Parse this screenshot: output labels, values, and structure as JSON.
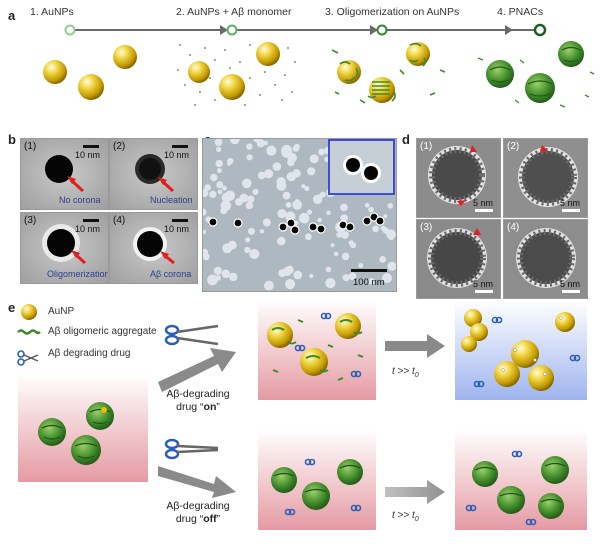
{
  "panel_a": {
    "letter": "a",
    "steps": [
      {
        "label": "1. AuNPs"
      },
      {
        "label": "2. AuNPs + Aβ monomer"
      },
      {
        "label": "3. Oligomerization on AuNPs"
      },
      {
        "label": "4. PNACs"
      }
    ]
  },
  "panel_b": {
    "letter": "b",
    "images": [
      {
        "num": "(1)",
        "scale": "10 nm",
        "caption": "No corona"
      },
      {
        "num": "(2)",
        "scale": "10 nm",
        "caption": "Nucleation"
      },
      {
        "num": "(3)",
        "scale": "10 nm",
        "caption": "Oligomerization"
      },
      {
        "num": "(4)",
        "scale": "10 nm",
        "caption": "Aβ corona"
      }
    ]
  },
  "panel_c": {
    "letter": "c",
    "scale": "100 nm"
  },
  "panel_d": {
    "letter": "d",
    "images": [
      {
        "num": "(1)",
        "scale": "5 nm"
      },
      {
        "num": "(2)",
        "scale": "5 nm"
      },
      {
        "num": "(3)",
        "scale": "5 nm"
      },
      {
        "num": "(4)",
        "scale": "5 nm"
      }
    ]
  },
  "panel_e": {
    "letter": "e",
    "legend": [
      {
        "label": "AuNP"
      },
      {
        "label": "Aβ oligomeric aggregate"
      },
      {
        "label": "Aβ degrading drug"
      }
    ],
    "drug_on": {
      "line1": "Aβ-degrading",
      "line2_prefix": "drug “",
      "state": "on",
      "line2_suffix": "”"
    },
    "drug_off": {
      "line1": "Aβ-degrading",
      "line2_prefix": "drug “",
      "state": "off",
      "line2_suffix": "”"
    },
    "time_label": "t >> t",
    "time_sub": "0"
  },
  "colors": {
    "gold": "#e6c200",
    "green": "#3f8a2a",
    "scissor_blue": "#2a5fb8",
    "arrow_gray": "#8a8a8a",
    "pink_bg": "#e7a7ae",
    "blue_bg": "#b8c8f0",
    "inset_border": "#2f3fd6",
    "red_arrow": "#e0201c"
  }
}
